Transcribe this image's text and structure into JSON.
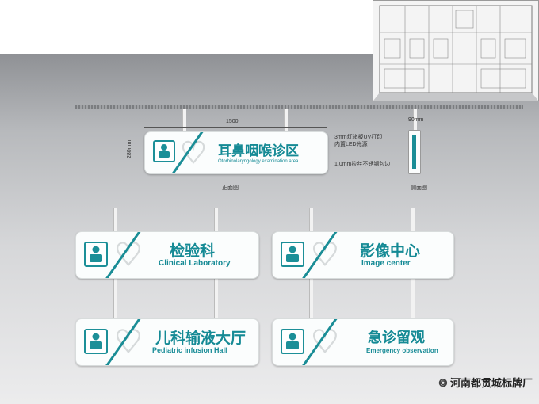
{
  "drawing": {
    "dim_width": "1500",
    "dim_height": "280mm",
    "dim_side": "90mm",
    "note_1": "3mm灯箱板UV打印",
    "note_2": "内置LED光源",
    "note_3": "1.0mm拉丝不锈钢包边",
    "label_front": "正面图",
    "label_side": "侧面图"
  },
  "signs": [
    {
      "zh": "耳鼻咽喉诊区",
      "en": "Otorhinolaryngology examination area"
    },
    {
      "zh": "检验科",
      "en": "Clinical Laboratory"
    },
    {
      "zh": "影像中心",
      "en": "Image center"
    },
    {
      "zh": "儿科输液大厅",
      "en": "Pediatric infusion Hall"
    },
    {
      "zh": "急诊留观",
      "en": "Emergency observation"
    }
  ],
  "watermark": "河南都贯城标牌厂",
  "colors": {
    "teal": "#158a95",
    "ceiling": "#7b7d80",
    "background": "#c9cacc"
  }
}
